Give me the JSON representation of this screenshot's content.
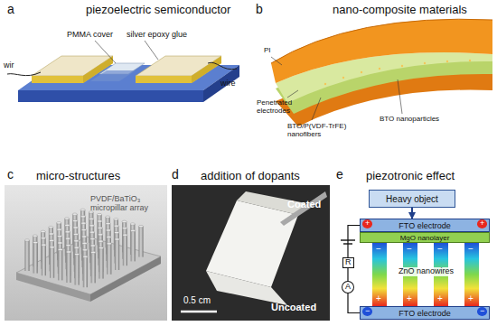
{
  "diagram": {
    "nodes": [
      {
        "text": [
          "Heavy object"
        ]
      },
      {
        "text": [
          "FTO electrode"
        ]
      },
      {
        "text": [
          "MgO nanolayer"
        ]
      },
      {
        "text": [
          "FTO electrode"
        ]
      }
    ],
    "edges": [
      {
        "from": 0,
        "to": 1,
        "arrow": "to"
      },
      {
        "from": 1,
        "to": 3,
        "arrow": "none"
      }
    ],
    "labels": [
      "a",
      "piezoelectric semiconductor",
      "PMMA cover",
      "silver epoxy glue",
      "wir",
      "wire",
      "b",
      "nano-composite materials",
      "PI",
      "Penetrated electrodes",
      "BTO/P(VDF-TrFE) nanofibers",
      "BTO nanoparticles",
      "c",
      "micro-structures",
      "PVDF/BaTiO₃ micropillar array",
      "d",
      "addition of dopants",
      "Coated",
      "Uncoated",
      "0.5 cm",
      "e",
      "piezotronic effect",
      "ZnO nanowires",
      "R",
      "A",
      "+",
      "+",
      "−",
      "−",
      "−",
      "−",
      "−",
      "−",
      "+",
      "+",
      "+",
      "+"
    ]
  }
}
